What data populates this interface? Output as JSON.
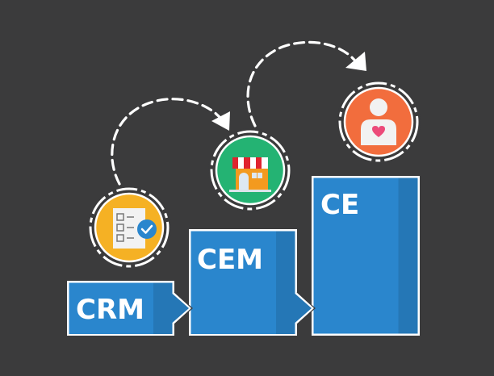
{
  "diagram": {
    "type": "step-progression",
    "background": "#3b3b3c",
    "steps": [
      {
        "label": "CRM",
        "color": "#2a86cd",
        "shade": "#2577b6",
        "icon": "checklist-icon",
        "icon_circle_color": "#f5b124"
      },
      {
        "label": "CEM",
        "color": "#2a86cd",
        "shade": "#2577b6",
        "icon": "storefront-icon",
        "icon_circle_color": "#24b373"
      },
      {
        "label": "CE",
        "color": "#2a86cd",
        "shade": "#2577b6",
        "icon": "user-heart-icon",
        "icon_circle_color": "#f26d3d"
      }
    ],
    "connectors": [
      {
        "from": "CRM",
        "to": "CEM",
        "style": "dashed-arc-arrow"
      },
      {
        "from": "CEM",
        "to": "CE",
        "style": "dashed-arc-arrow"
      }
    ]
  }
}
